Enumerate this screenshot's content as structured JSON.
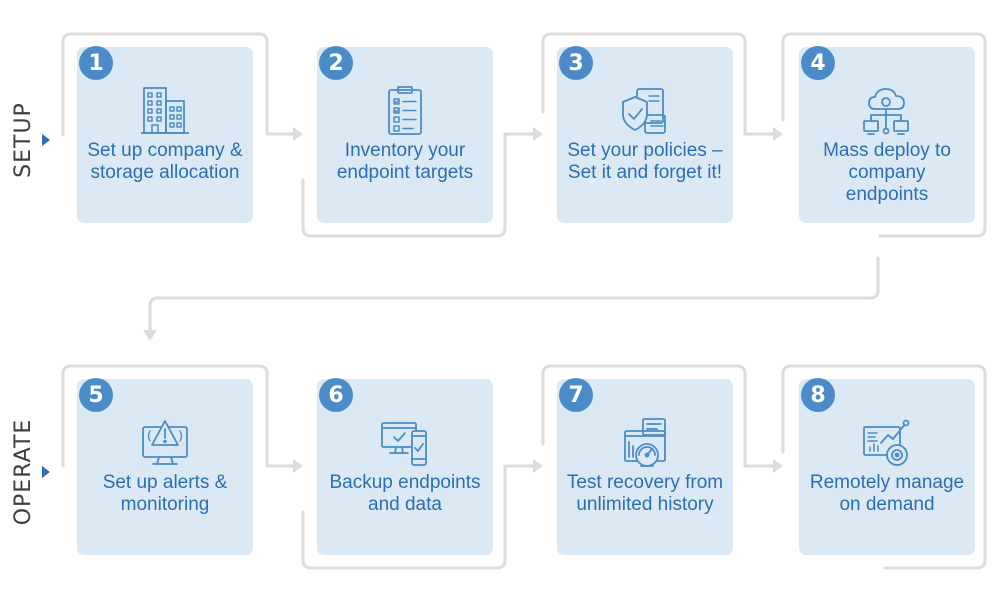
{
  "stages": {
    "setup": "SETUP",
    "operate": "OPERATE"
  },
  "steps": [
    {
      "number": "1",
      "label": "Set up company & storage allocation",
      "icon": "buildings-icon"
    },
    {
      "number": "2",
      "label": "Inventory your endpoint targets",
      "icon": "checklist-clipboard-icon"
    },
    {
      "number": "3",
      "label": "Set your policies – Set it and forget it!",
      "icon": "shield-policy-icon"
    },
    {
      "number": "4",
      "label": "Mass deploy to company endpoints",
      "icon": "cloud-deploy-icon"
    },
    {
      "number": "5",
      "label": "Set up alerts & monitoring",
      "icon": "monitor-alert-icon"
    },
    {
      "number": "6",
      "label": "Backup endpoints and data",
      "icon": "devices-backup-icon"
    },
    {
      "number": "7",
      "label": "Test recovery from unlimited history",
      "icon": "recovery-gauge-icon"
    },
    {
      "number": "8",
      "label": "Remotely manage on demand",
      "icon": "remote-manage-icon"
    }
  ],
  "colors": {
    "card_fill": "#dbe9f4",
    "badge": "#4b8cc8",
    "label_text": "#2a6fb5",
    "icon_stroke": "#4b8cc8",
    "connector": "#dcdcdc",
    "stage_text": "#3c3f44",
    "stage_marker": "#2a6fb5"
  }
}
